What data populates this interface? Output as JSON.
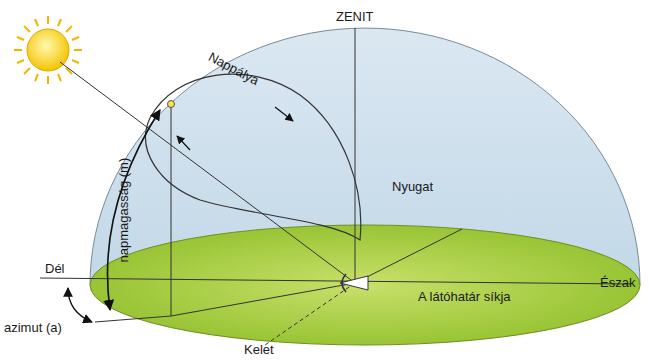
{
  "diagram": {
    "labels": [
      "ZENIT",
      "Nappálya",
      "Nyugat",
      "Dél",
      "Észak",
      "A látóhatár síkja",
      "Kelet",
      "napmagasság (m)",
      "azimut (a)"
    ]
  }
}
